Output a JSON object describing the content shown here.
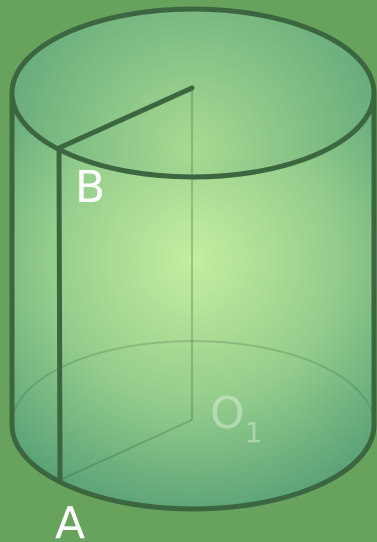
{
  "labels": {
    "point_a": "A",
    "point_b": "B",
    "center_base": "O",
    "center_base_subscript": "1"
  },
  "colors": {
    "background": "#67a35d",
    "cylinder_center": "#c4ee9f",
    "cylinder_edge": "#5aa276",
    "outline": "#3b6640",
    "label": "#ffffff"
  }
}
